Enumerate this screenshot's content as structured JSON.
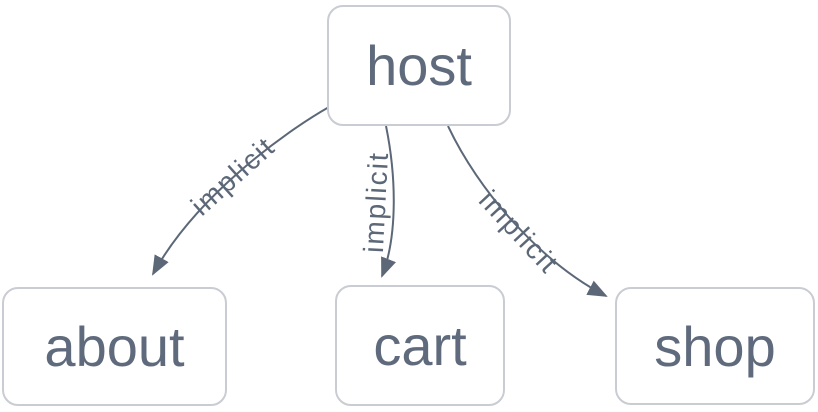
{
  "diagram": {
    "type": "flowchart",
    "colors": {
      "background": "#ffffff",
      "node_fill": "#ffffff",
      "node_border": "#c9ccd2",
      "node_text": "#5f6b7c",
      "edge": "#5c6878"
    },
    "nodes": [
      {
        "id": "host",
        "label": "host"
      },
      {
        "id": "about",
        "label": "about"
      },
      {
        "id": "cart",
        "label": "cart"
      },
      {
        "id": "shop",
        "label": "shop"
      }
    ],
    "edges": [
      {
        "from": "host",
        "to": "about",
        "label": "implicit"
      },
      {
        "from": "host",
        "to": "cart",
        "label": "implicit"
      },
      {
        "from": "host",
        "to": "shop",
        "label": "implicit"
      }
    ]
  }
}
